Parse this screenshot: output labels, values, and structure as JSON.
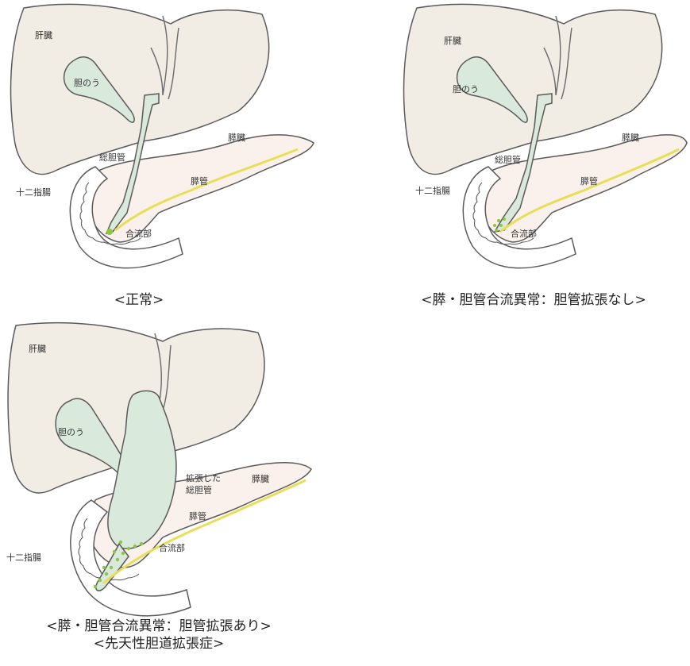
{
  "colors": {
    "liver_fill": "#f2ede4",
    "gallbladder_fill": "#d9e9dc",
    "pancreas_fill": "#fbf1ec",
    "duct_yellow": "#e8de57",
    "outline": "#5a5a5a",
    "text": "#333333",
    "junction_dots": "#8fc63f"
  },
  "panels": [
    {
      "id": "normal",
      "labels": {
        "liver": "肝臓",
        "gallbladder": "胆のう",
        "common_bile_duct": "総胆管",
        "pancreas": "膵臓",
        "pancreatic_duct": "膵管",
        "duodenum": "十二指腸",
        "junction": "合流部"
      },
      "caption": [
        "<正常>"
      ]
    },
    {
      "id": "no_dilation",
      "labels": {
        "liver": "肝臓",
        "gallbladder": "胆のう",
        "common_bile_duct": "総胆管",
        "pancreas": "膵臓",
        "pancreatic_duct": "膵管",
        "duodenum": "十二指腸",
        "junction": "合流部"
      },
      "caption": [
        "<膵・胆管合流異常：胆管拡張なし>"
      ]
    },
    {
      "id": "dilation",
      "labels": {
        "liver": "肝臓",
        "gallbladder": "胆のう",
        "dilated_bile_duct_line1": "拡張した",
        "dilated_bile_duct_line2": "総胆管",
        "pancreas": "膵臓",
        "pancreatic_duct": "膵管",
        "duodenum": "十二指腸",
        "junction": "合流部"
      },
      "caption": [
        "<膵・胆管合流異常：胆管拡張あり>",
        "<先天性胆道拡張症>"
      ]
    }
  ]
}
